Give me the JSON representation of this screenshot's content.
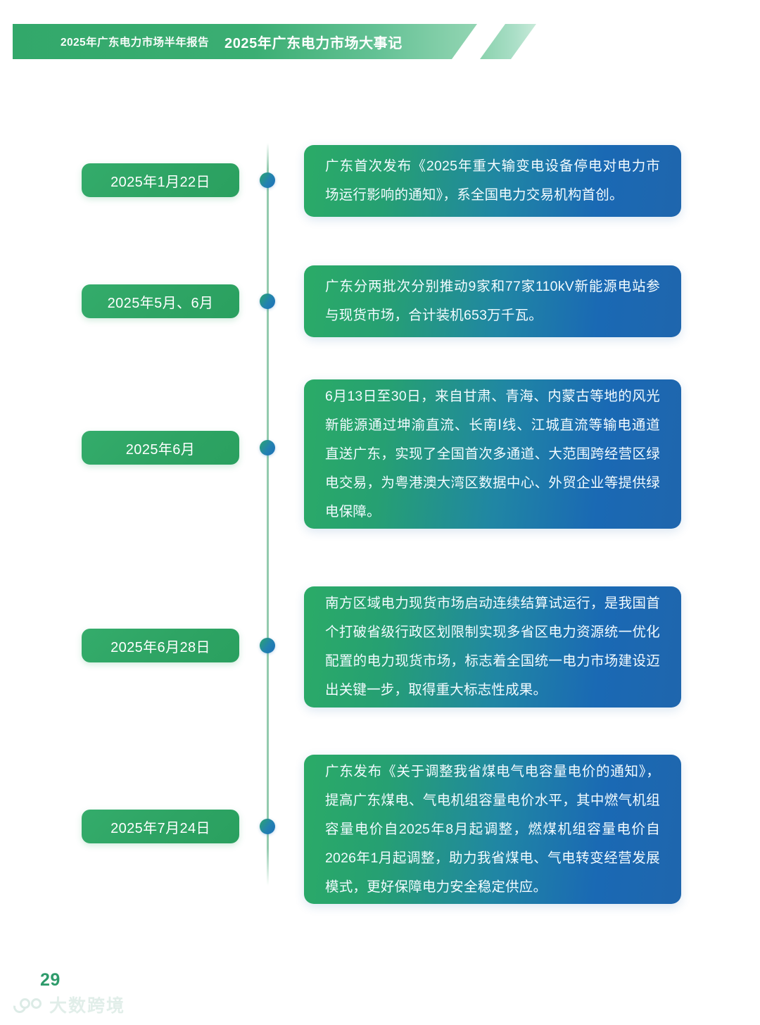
{
  "header": {
    "subtitle": "2025年广东电力市场半年报告",
    "title": "2025年广东电力市场大事记",
    "band_color": "#32a86a",
    "text_color": "#ffffff"
  },
  "theme": {
    "green": "#2ea464",
    "blue": "#1a69b4",
    "axis_line": "#8dc8aa",
    "page_number_color": "#2e9b6b"
  },
  "timeline": {
    "items": [
      {
        "date": "2025年1月22日",
        "text": "广东首次发布《2025年重大输变电设备停电对电力市场运行影响的通知》，系全国电力交易机构首创。"
      },
      {
        "date": "2025年5月、6月",
        "text": "广东分两批次分别推动9家和77家110kV新能源电站参与现货市场，合计装机653万千瓦。"
      },
      {
        "date": "2025年6月",
        "text": "6月13日至30日，来自甘肃、青海、内蒙古等地的风光新能源通过坤渝直流、长南Ⅰ线、江城直流等输电通道直送广东，实现了全国首次多通道、大范围跨经营区绿电交易，为粤港澳大湾区数据中心、外贸企业等提供绿电保障。"
      },
      {
        "date": "2025年6月28日",
        "text": "南方区域电力现货市场启动连续结算试运行，是我国首个打破省级行政区划限制实现多省区电力资源统一优化配置的电力现货市场，标志着全国统一电力市场建设迈出关键一步，取得重大标志性成果。"
      },
      {
        "date": "2025年7月24日",
        "text": "广东发布《关于调整我省煤电气电容量电价的通知》，提高广东煤电、气电机组容量电价水平，其中燃气机组容量电价自2025年8月起调整，燃煤机组容量电价自2026年1月起调整，助力我省煤电、气电转变经营发展模式，更好保障电力安全稳定供应。"
      }
    ]
  },
  "footer": {
    "page_number": "29",
    "watermark": "大数跨境"
  }
}
